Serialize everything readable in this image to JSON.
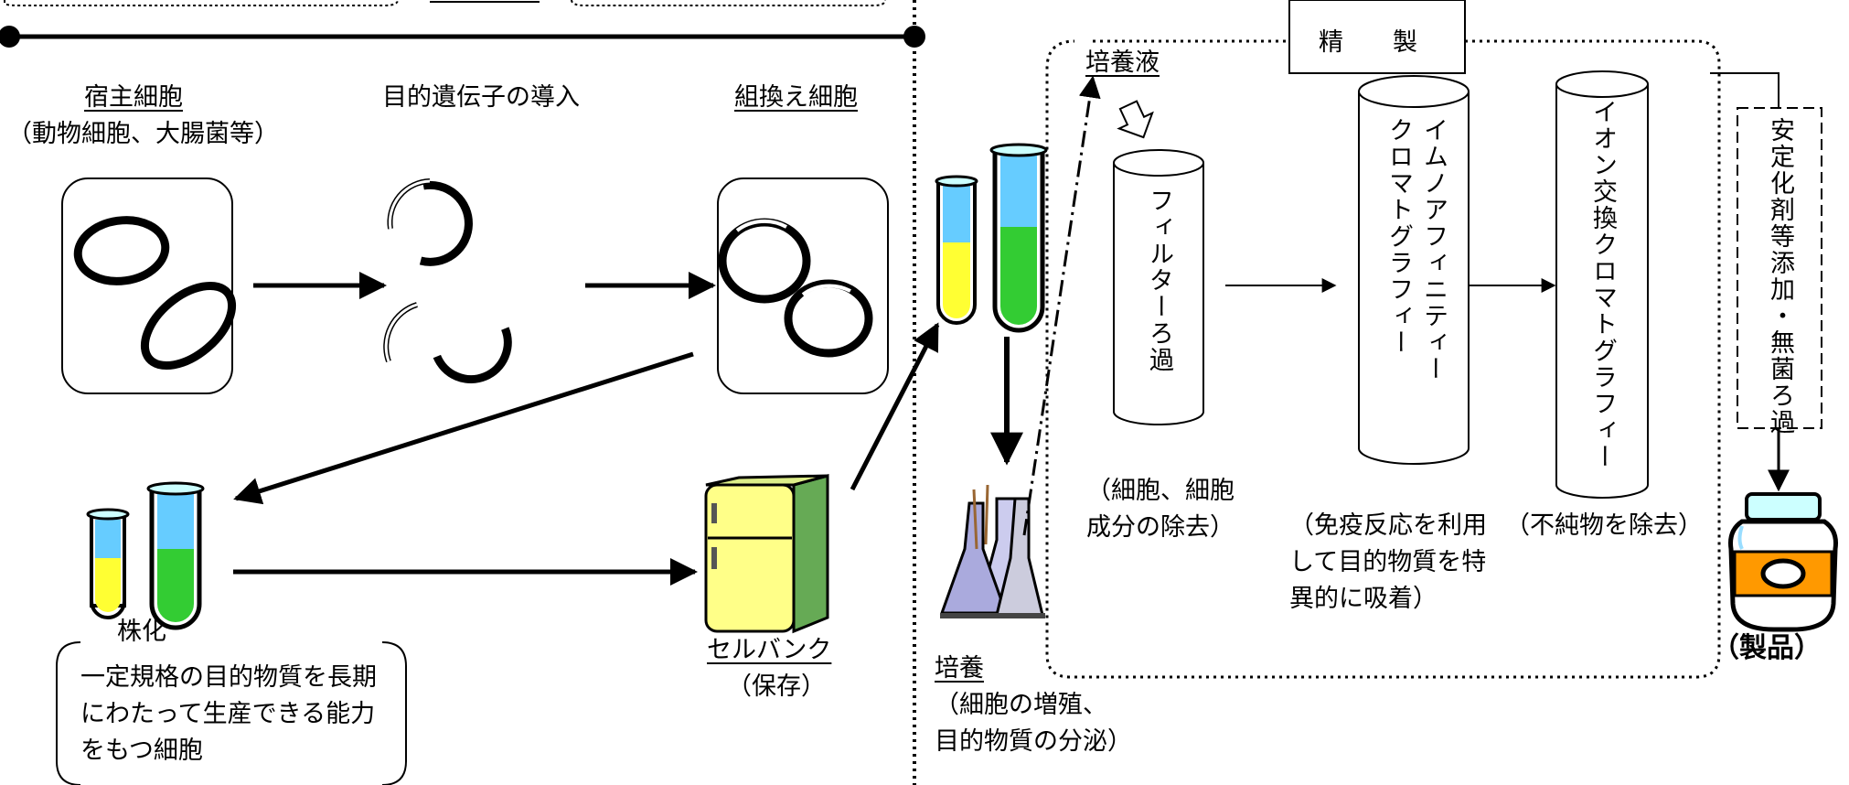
{
  "host_cell": {
    "title": "宿主細胞",
    "subtitle": "（動物細胞、大腸菌等）"
  },
  "gene_introduction": "目的遺伝子の導入",
  "recombinant_cell": "組換え細胞",
  "strain": "株化",
  "strain_note": [
    "一定規格の目的物質を長期",
    "にわたって生産できる能力",
    "をもつ細胞"
  ],
  "cell_bank": {
    "title": "セルバンク",
    "subtitle": "（保存）"
  },
  "culture": {
    "title": "培養",
    "desc": [
      "（細胞の増殖、",
      "目的物質の分泌）"
    ]
  },
  "culture_medium": "培養液",
  "purification": "精　　製",
  "filtration": {
    "label": "フィルターろ過",
    "note": [
      "（細胞、細胞",
      "成分の除去）"
    ]
  },
  "immunoaffinity": {
    "label_col1": "イムノアフィニティー",
    "label_col2": "クロマトグラフィー",
    "note": [
      "（免疫反応を利用",
      "して目的物質を特",
      "異的に吸着）"
    ]
  },
  "ion_exchange": {
    "label": "イオン交換クロマトグラフィー",
    "note": "（不純物を除去）"
  },
  "stabilizer": "安定化剤等添加・無菌ろ過",
  "product": "（製品）",
  "colors": {
    "tube_yellow": "#ffff33",
    "tube_green": "#33cc33",
    "tube_blue": "#66ccff",
    "fridge_body": "#ffff88",
    "fridge_side": "#66aa55",
    "bottle_orange": "#ff9900",
    "bottle_cap": "#ccffff"
  }
}
